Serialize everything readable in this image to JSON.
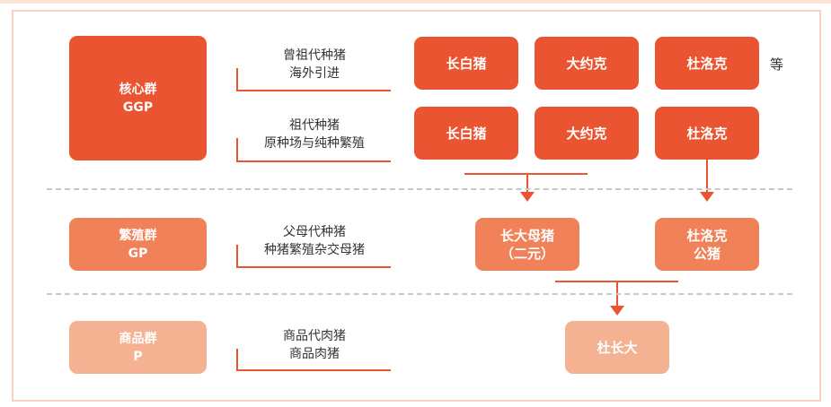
{
  "tiers": [
    {
      "name": "核心群",
      "code": "GGP"
    },
    {
      "name": "繁殖群",
      "code": "GP"
    },
    {
      "name": "商品群",
      "code": "P"
    }
  ],
  "descriptions": [
    {
      "line1": "曾祖代种猪",
      "line2": "海外引进"
    },
    {
      "line1": "祖代种猪",
      "line2": "原种场与纯种繁殖"
    },
    {
      "line1": "父母代种猪",
      "line2": "种猪繁殖杂交母猪"
    },
    {
      "line1": "商品代肉猪",
      "line2": "商品肉猪"
    }
  ],
  "breeds": {
    "row1": [
      "长白猪",
      "大约克",
      "杜洛克"
    ],
    "row2": [
      "长白猪",
      "大约克",
      "杜洛克"
    ],
    "etc": "等"
  },
  "gp_boxes": {
    "sow": {
      "line1": "长大母猪",
      "line2": "（二元）"
    },
    "boar": {
      "line1": "杜洛克",
      "line2": "公猪"
    }
  },
  "product": "杜长大",
  "colors": {
    "core": "#ea5431",
    "breeding": "#f08159",
    "commercial": "#f5b293"
  }
}
